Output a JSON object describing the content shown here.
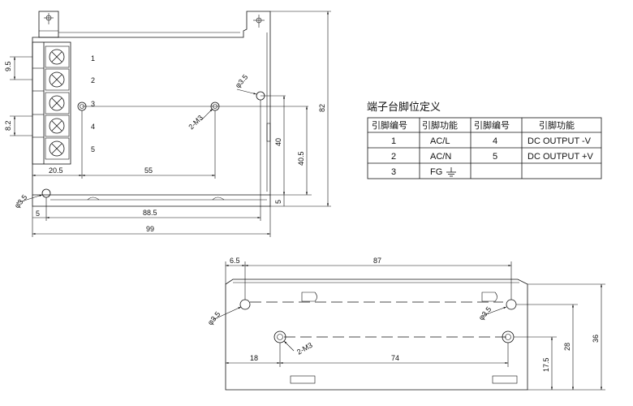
{
  "table": {
    "title": "端子台脚位定义",
    "headers": [
      "引脚编号",
      "引脚功能",
      "引脚编号",
      "引脚功能"
    ],
    "rows": [
      [
        "1",
        "AC/L",
        "4",
        "DC OUTPUT -V"
      ],
      [
        "2",
        "AC/N",
        "5",
        "DC OUTPUT +V"
      ],
      [
        "3",
        "FG",
        "",
        ""
      ]
    ]
  },
  "top_view": {
    "pins": [
      "1",
      "2",
      "3",
      "4",
      "5"
    ],
    "dims": {
      "pitch_a": "9.5",
      "pitch_b": "8.2",
      "hole_left": "φ3.5",
      "hole_right": "φ3.5",
      "screw": "2-M3",
      "d20_5": "20.5",
      "d55": "55",
      "d5_left": "5",
      "d88_5": "88.5",
      "d99": "99",
      "d82": "82",
      "d40": "40",
      "d40_5": "40.5",
      "d5_right": "5"
    }
  },
  "bottom_view": {
    "dims": {
      "d6_5": "6.5",
      "d87": "87",
      "hole_left": "φ3.5",
      "hole_right": "φ3.5",
      "screw": "2-M3",
      "d18": "18",
      "d74": "74",
      "d17_5": "17.5",
      "d28": "28",
      "d36": "36"
    }
  }
}
